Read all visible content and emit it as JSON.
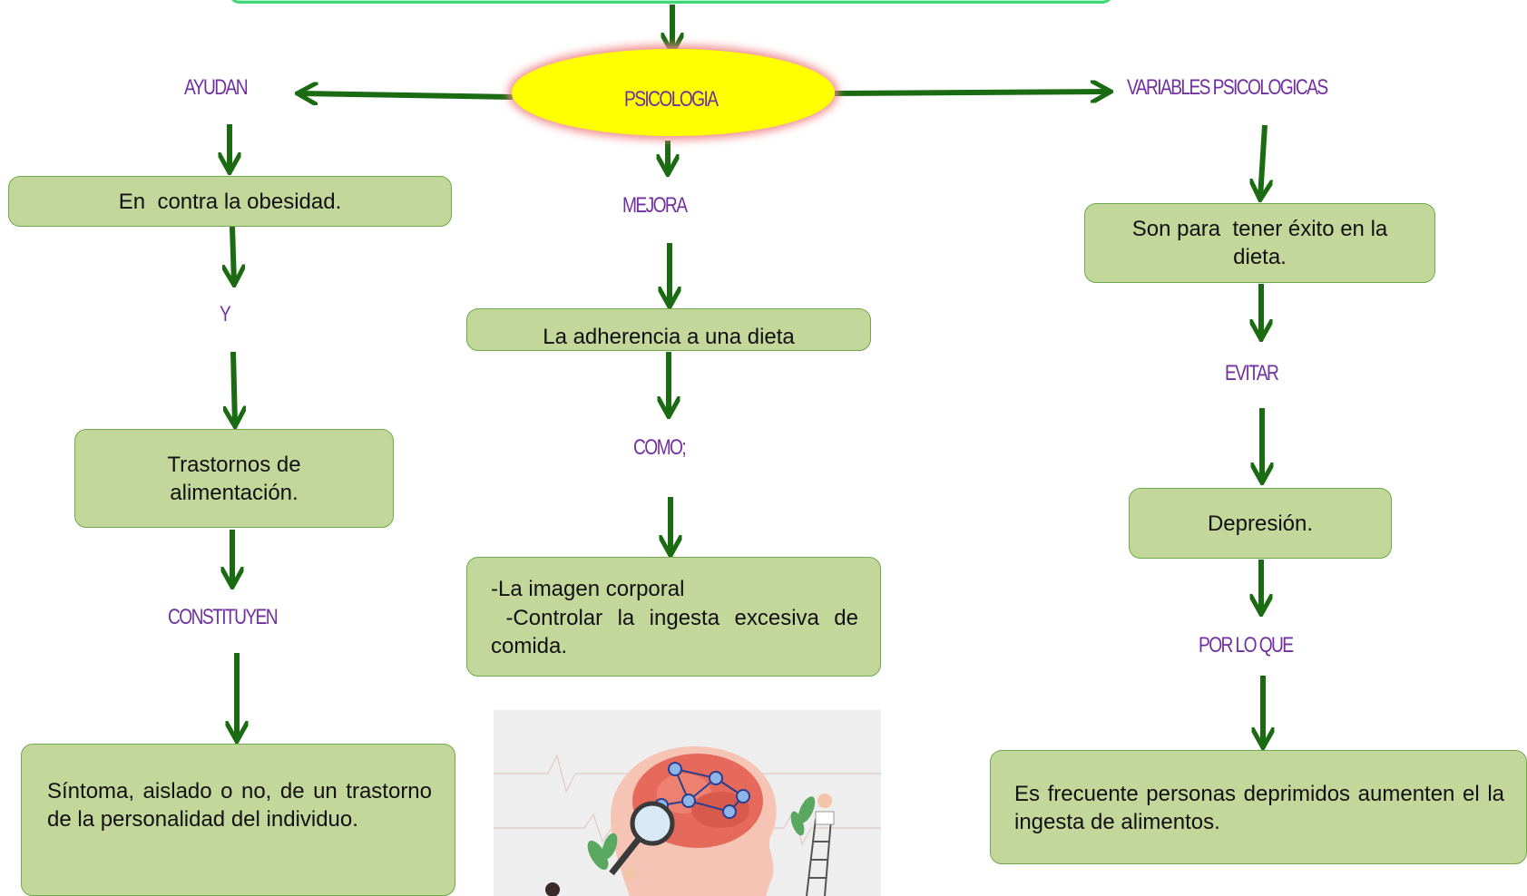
{
  "diagram": {
    "center": {
      "label": "PSICOLOGIA"
    },
    "left_branch": {
      "link_1": "AYUDAN",
      "box_1": "En  contra la obesidad.",
      "link_2": "Y",
      "box_2": "Trastornos de alimentación.",
      "link_3": "CONSTITUYEN",
      "box_3": "Síntoma, aislado o no, de un trastorno de la personalidad del individuo."
    },
    "middle_branch": {
      "link_1": "MEJORA",
      "box_1": "La adherencia a una dieta",
      "link_2": "COMO;",
      "box_2_line_1": "-La imagen corporal",
      "box_2_line_2": " -Controlar la ingesta excesiva de comida."
    },
    "right_branch": {
      "link_1": "VARIABLES PSICOLOGICAS",
      "box_1": "Son para  tener éxito en la dieta.",
      "link_2": "EVITAR",
      "box_2": "Depresión.",
      "link_3": "POR LO QUE",
      "box_3": "Es frecuente personas deprimidos aumenten el la ingesta de alimentos."
    },
    "colors": {
      "arrow": "#1a6b12",
      "box_fill": "#c4d79b",
      "box_border": "#6fa84f",
      "link_text": "#7030a0",
      "center_fill": "#ffff00",
      "center_glow": "#f08a8a",
      "top_bar_fill": "#b9f7c9",
      "top_bar_border": "#3fd777"
    },
    "illustration": {
      "icon": "brain-analysis-illustration"
    }
  }
}
